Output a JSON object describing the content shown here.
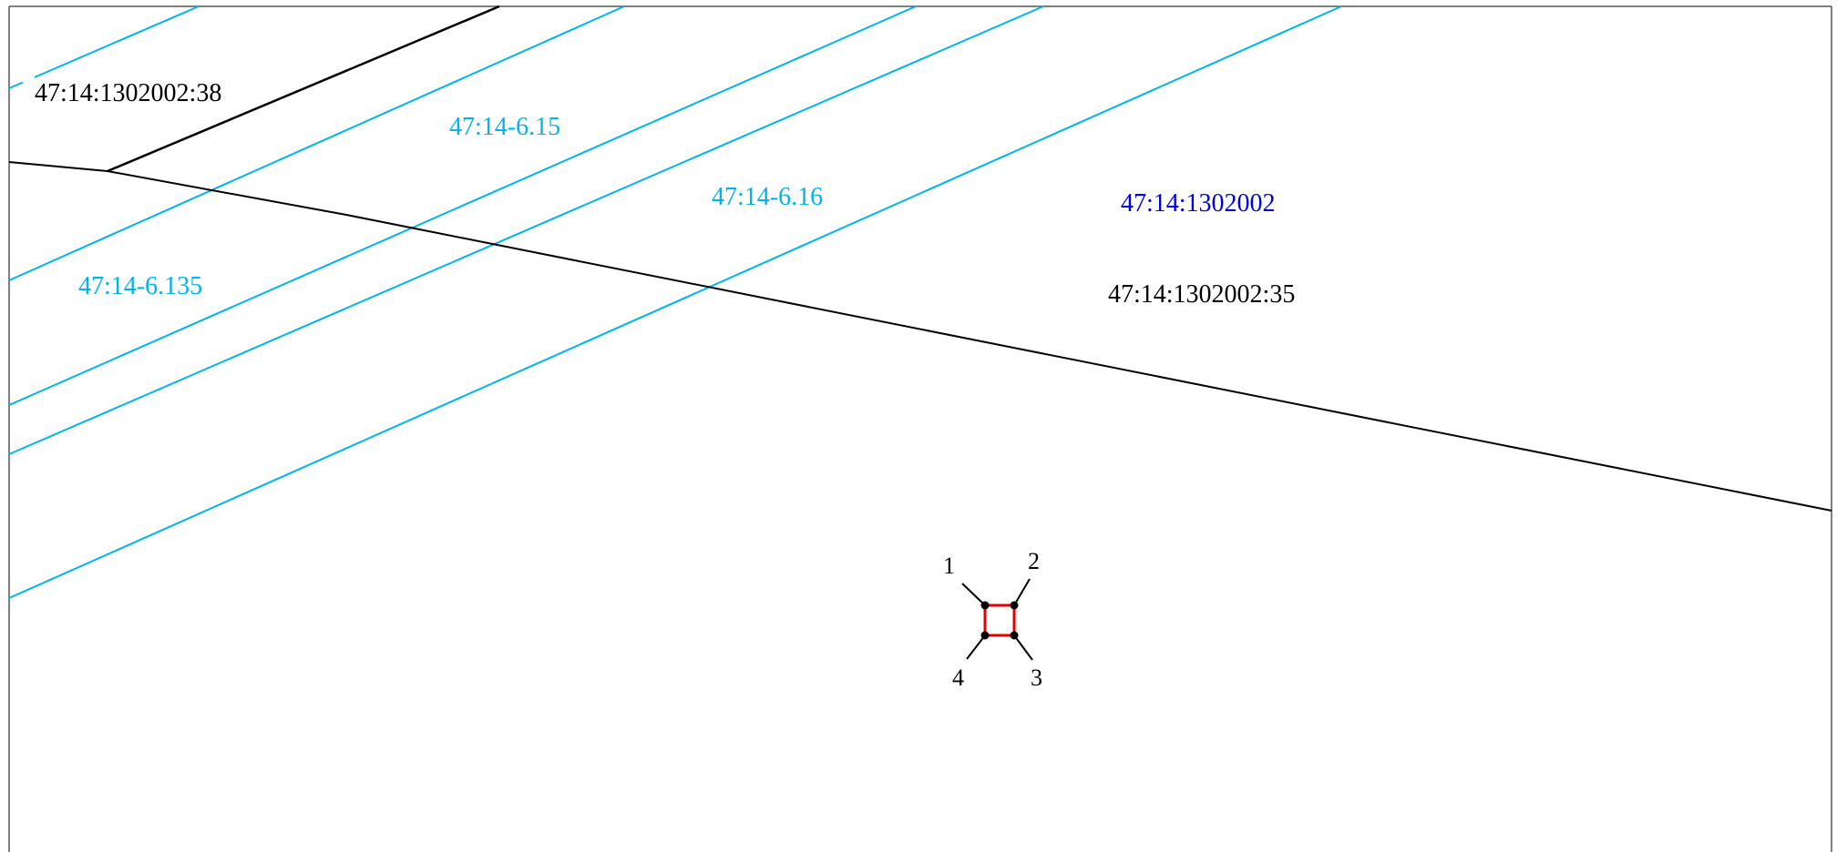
{
  "labels": {
    "parcel_38": "47:14:1302002:38",
    "zone_6_15": "47:14-6.15",
    "zone_6_16": "47:14-6.16",
    "zone_6_135": "47:14-6.135",
    "quarter": "47:14:1302002",
    "parcel_35": "47:14:1302002:35"
  },
  "points": [
    {
      "number": "1"
    },
    {
      "number": "2"
    },
    {
      "number": "3"
    },
    {
      "number": "4"
    }
  ],
  "colors": {
    "parcel_lines": "#000000",
    "zone_lines": "#00b4e6",
    "quarter_label": "#0000e0",
    "target_outline": "#e00000",
    "frame": "#555555"
  }
}
